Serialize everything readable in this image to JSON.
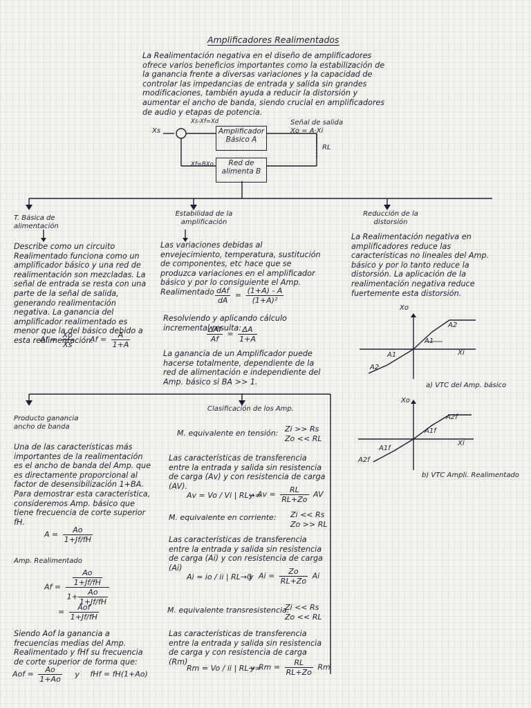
{
  "title": "Amplificadores Realimentados",
  "intro": "La Realimentación negativa en el diseño de amplificadores ofrece varios beneficios importantes como la estabilización de la ganancia frente a diversas variaciones y la capacidad de controlar las impedancias de entrada y salida sin grandes modificaciones, también ayuda a reducir la distorsión y aumentar el ancho de banda, siendo crucial en amplificadores de audio y etapas de potencia.",
  "diagram": {
    "xs": "Xs",
    "xd": "Xs-Xf=Xd",
    "signal_out": "Señal de salida",
    "xo_eq": "Xo = A·Xi",
    "rl": "RL",
    "xf": "Xf=BXo",
    "amp_box": "Amplificador Básico A",
    "net_box": "Red de alimenta B"
  },
  "col1": {
    "heading": "T. Básica de alimentación",
    "text": "Describe como un circuito Realimentado funciona como un amplificador básico y una red de realimentación son mezcladas. La señal de entrada se resta con una parte de la señal de salida, generando realimentación negativa. La ganancia del amplificador realimentado es menor que la del básico debido a esta realimentación.",
    "eq_af_lhs": "Af =",
    "eq_af_num": "Xo",
    "eq_af_den": "Xs",
    "eq_af2_lhs": "Af =",
    "eq_af2_num": "A",
    "eq_af2_den": "1+A"
  },
  "col2": {
    "heading": "Estabilidad de la amplificación",
    "text": "Las variaciones debidas al envejecimiento, temperatura, sustitución de componentes, etc hace que se produzca variaciones en el amplificador básico y por lo consiguiente el Amp. Realimentado",
    "eq1_lhs_num": "dAf",
    "eq1_lhs_den": "dA",
    "eq1_eq": "=",
    "eq1_num": "(1+A) - A",
    "eq1_den": "(1+A)²",
    "text2": "Resolviendo y aplicando cálculo incremental resulta:",
    "eq2_lhs_num": "ΔAf",
    "eq2_lhs_den": "Af",
    "eq2_eq": "=",
    "eq2_num": "ΔA",
    "eq2_den": "1+A",
    "text3": "La ganancia de un Amplificador puede hacerse totalmente, dependiente de la red de alimentación e independiente del Amp. básico si BA >> 1."
  },
  "col3": {
    "heading": "Reducción de la distorsión",
    "text": "La Realimentación negativa en amplificadores reduce las características no lineales del Amp. básico y por lo tanto reduce la distorsión. La aplicación de la realimentación negativa reduce fuertemente esta distorsión.",
    "g1": {
      "xo": "Xo",
      "xi": "Xi",
      "a1": "A1",
      "a2": "A2",
      "a1b": "A1",
      "a2b": "A2",
      "caption": "a) VTC del Amp. básico"
    },
    "g2": {
      "xo": "Xo",
      "xi": "Xi",
      "a2f": "A2f",
      "a1f": "A1f",
      "a1fb": "A1f",
      "a2fb": "A2f",
      "caption": "b) VTC Ampli. Realimentado"
    }
  },
  "col4": {
    "heading": "Producto ganancia ancho de banda",
    "text": "Una de las características más importantes de la realimentación es el ancho de banda del Amp. que es directamente proporcional al factor de desensibilización 1+BA. Para demostrar esta característica, consideremos Amp. básico que tiene frecuencia de corte superior fH.",
    "eq1_lhs": "A =",
    "eq1_num": "Ao",
    "eq1_den": "1+Jf/fH",
    "sub": "Amp. Realimentado",
    "eq2_lhs": "Af =",
    "eq2_num_top": "Ao",
    "eq2_num_bot": "1+Jf/fH",
    "eq2_den_top": "1+",
    "eq2_den_num": "Ao",
    "eq2_den_den": "1+Jf/fH",
    "eq3_lhs": "=",
    "eq3_num": "Aof",
    "eq3_den": "1+Jf/fH",
    "text2": "Siendo Aof la ganancia a frecuencias medias del Amp. Realimentado y fHf su frecuencia de corte superior de forma que:",
    "eq4_lhs": "Aof =",
    "eq4_num": "Ao",
    "eq4_den": "1+Ao",
    "eq4_and": "y",
    "eq4_rhs": "fHf = fH(1+Ao)"
  },
  "col5": {
    "heading": "Clasificación de los Amp.",
    "r1": "M. equivalente en tensión:",
    "r1a": "Zi >> Rs",
    "r1b": "Zo << RL",
    "t1": "Las características de transferencia entre la entrada y salida sin resistencia de carga (Av) y con resistencia de carga (AV).",
    "e1a": "Av = Vo / Vi | RL→∞",
    "e1y": "y",
    "e1b_lhs": "Av =",
    "e1b_num": "RL",
    "e1b_den": "RL+Zo",
    "e1b_rhs": "AV",
    "r2": "M. equivalente en corriente:",
    "r2a": "Zi << Rs",
    "r2b": "Zo >> RL",
    "t2": "Las características de transferencia entre la entrada y salida sin resistencia de carga (Ai) y con resistencia de carga (Ai)",
    "e2a": "Ai = io / ii | RL→0",
    "e2y": "y",
    "e2b_lhs": "Ai =",
    "e2b_num": "Zo",
    "e2b_den": "RL+Zo",
    "e2b_rhs": "Ai",
    "r3": "M. equivalente transresistencia:",
    "r3a": "Zi << Rs",
    "r3b": "Zo << RL",
    "t3": "Las características de transferencia entre la entrada y salida sin resistencia de carga y con resistencia de carga (Rm)",
    "e3a": "Rm = Vo / ii | RL→∞",
    "e3y": "y",
    "e3b_lhs": "Rm =",
    "e3b_num": "RL",
    "e3b_den": "RL+Zo",
    "e3b_rhs": "Rm"
  }
}
